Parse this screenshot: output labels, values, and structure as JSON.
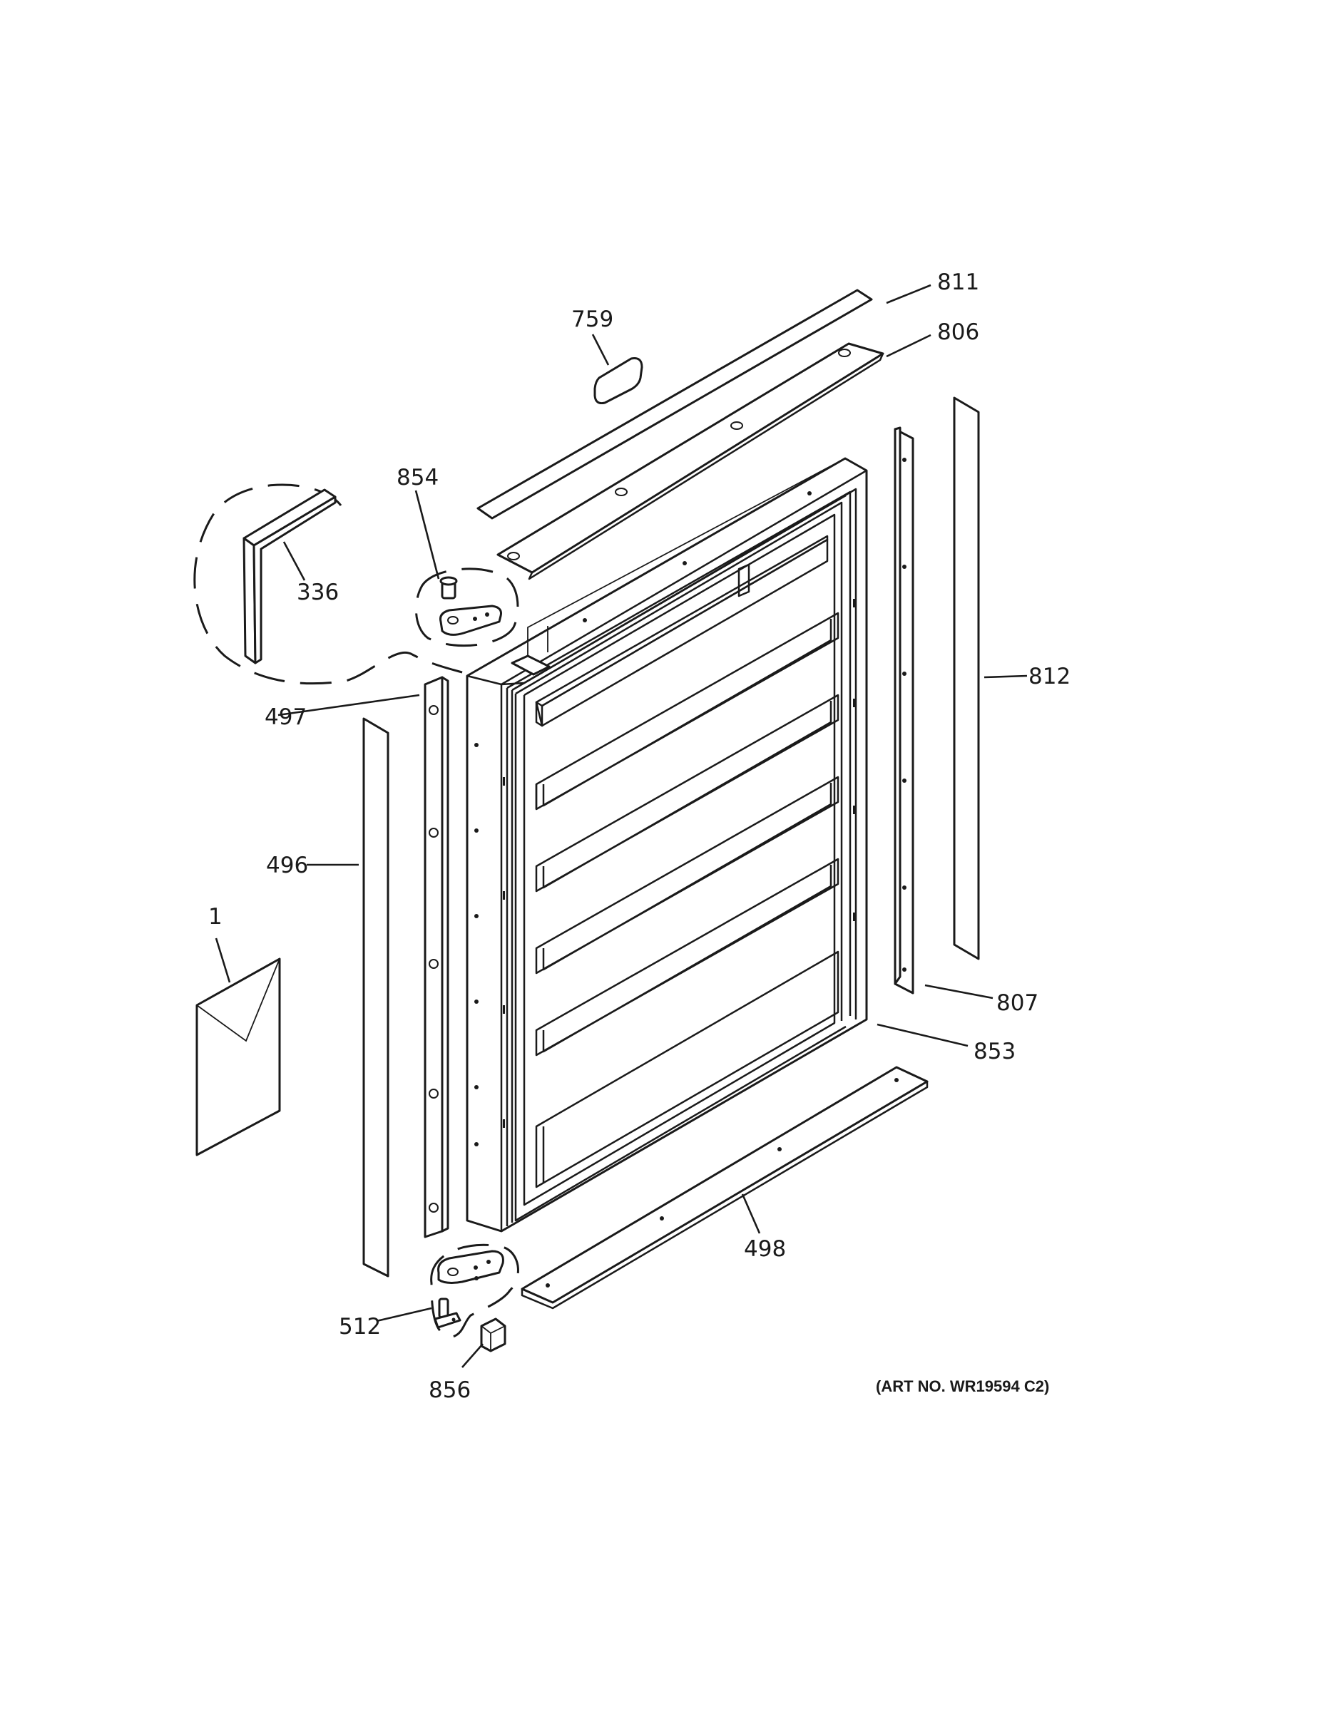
{
  "diagram": {
    "callouts": {
      "c811": "811",
      "c759": "759",
      "c806": "806",
      "c854": "854",
      "c336": "336",
      "c812": "812",
      "c497": "497",
      "c496": "496",
      "c1": "1",
      "c807": "807",
      "c853": "853",
      "c498": "498",
      "c512": "512",
      "c856": "856"
    },
    "art_number": "(ART NO. WR19594 C2)"
  }
}
